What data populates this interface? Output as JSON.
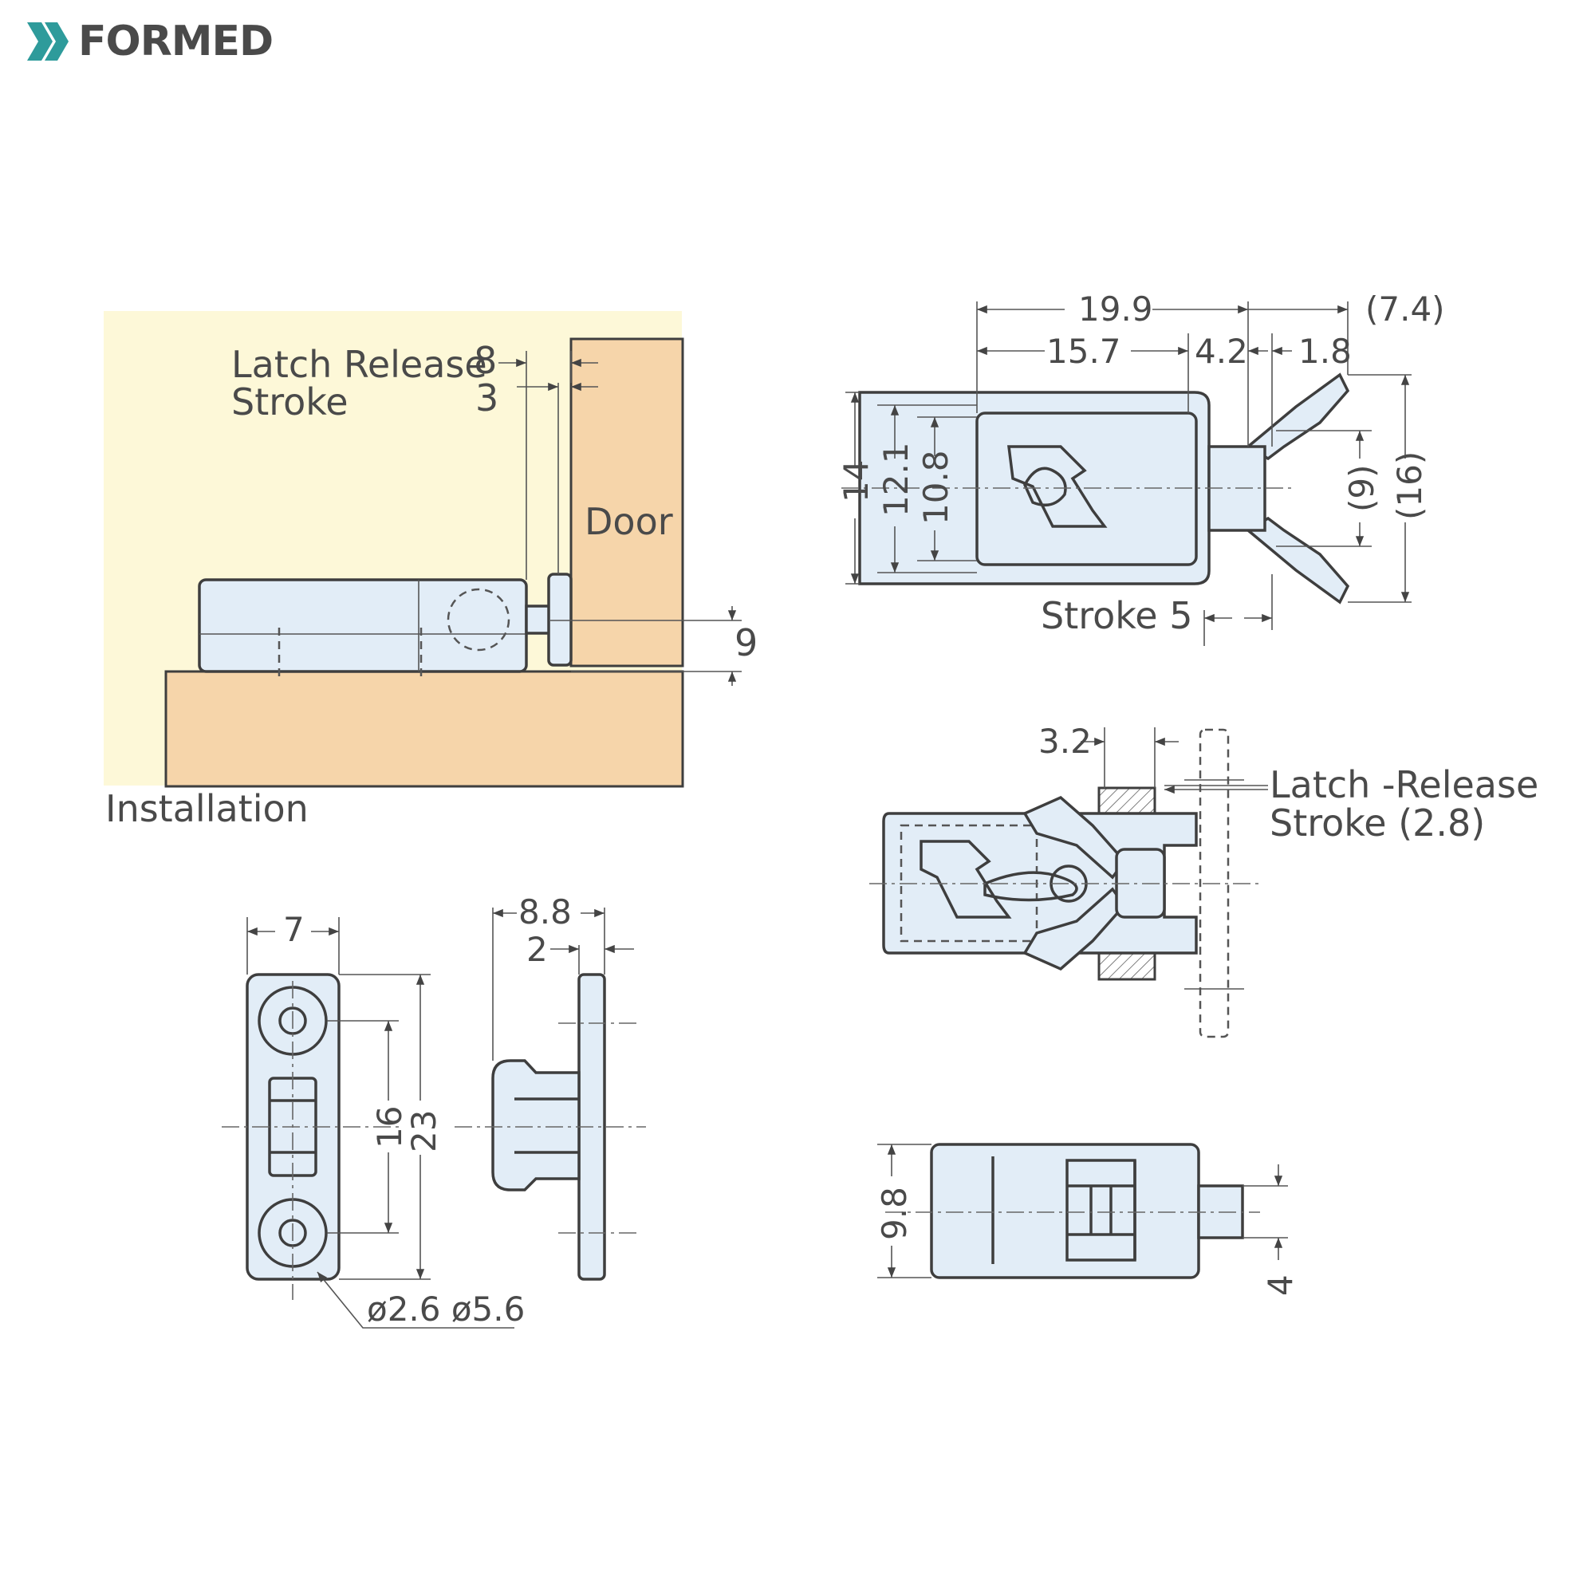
{
  "brand": {
    "name": "FORMED",
    "accent_color": "#2e9b9b"
  },
  "installation": {
    "caption": "Installation",
    "door_label": "Door",
    "stroke_label_line1": "Latch Release",
    "stroke_label_line2": "Stroke",
    "dim_8": "8",
    "dim_3": "3",
    "dim_9": "9"
  },
  "latch_top_view": {
    "dim_19_9": "19.9",
    "dim_7_4": "(7.4)",
    "dim_15_7": "15.7",
    "dim_4_2": "4.2",
    "dim_1_8": "1.8",
    "dim_14": "14",
    "dim_12_1": "12.1",
    "dim_10_8": "10.8",
    "dim_9p": "(9)",
    "dim_16p": "(16)",
    "stroke_label": "Stroke 5"
  },
  "latch_section_view": {
    "dim_3_2": "3.2",
    "release_line1": "Latch -Release",
    "release_line2": "Stroke (2.8)"
  },
  "latch_side_view": {
    "dim_9_8": "9.8",
    "dim_4": "4"
  },
  "strike_plate": {
    "dim_7": "7",
    "dim_16": "16",
    "dim_23": "23",
    "hole_label": "ø2.6 ø5.6",
    "dim_8_8": "8.8",
    "dim_2": "2"
  }
}
